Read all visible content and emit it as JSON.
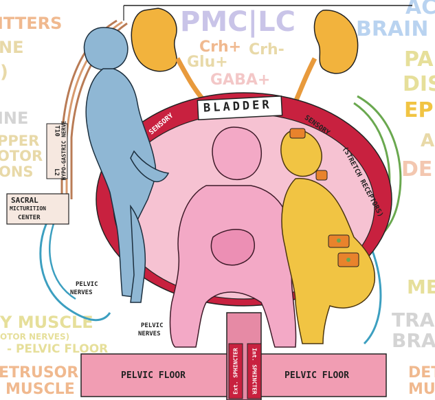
{
  "background_labels": {
    "left": {
      "transmitters": "ITTERS",
      "ne1": "NE",
      "paren": ")",
      "ne2": "INE",
      "upper": "PPER",
      "motor": "OTOR",
      "ons": "ONS",
      "muscle": "Y MUSCLE",
      "motor_nerves": "OTOR NERVES)",
      "pelvic_floor": "- PELVIC FLOOR",
      "detrusor": "ETRUSOR",
      "muscle2": "MUSCLE"
    },
    "center": {
      "pmc_lc": "PMC|LC",
      "crh_plus": "Crh+",
      "crh_minus": "Crh-",
      "glu_plus": "Glu+",
      "gaba_plus": "GABA+"
    },
    "right": {
      "ac": "AC",
      "brain": "BRAIN",
      "pa": "PA",
      "dis": "DIS",
      "ep": "EP",
      "a": "A",
      "de": "DE",
      "me": "ME",
      "tra": "TRA",
      "bra": "BRA",
      "det": "DET",
      "mu": "MU"
    }
  },
  "illustration_labels": {
    "bladder": "BLADDER",
    "sensory_left": "SENSORY",
    "sensory_right": "SENSORY",
    "stretch_receptors": "(STRETCH RECEPTORS)",
    "hypogastric_nerve": "HYPO-GASTRIC NERVE",
    "t10": "T10",
    "l2": "L2",
    "sacral_center_1": "SACRAL",
    "sacral_center_2": "MICTURITION",
    "sacral_center_3": "CENTER",
    "pelvic_nerves_left_1": "PELVIC",
    "pelvic_nerves_left_2": "NERVES",
    "pelvic_nerves_mid_1": "PELVIC",
    "pelvic_nerves_mid_2": "NERVES",
    "pelvic_floor_left": "PELVIC FLOOR",
    "pelvic_floor_right": "PELVIC FLOOR",
    "ext_sphincter": "Ext. SPHINCTER",
    "int_sphincter": "Int. SPHINCTER"
  },
  "colors": {
    "kidney": "#f2b33d",
    "bladder_outer": "#c8213f",
    "bladder_inner": "#f6c2d2",
    "blue_figure": "#8fb7d4",
    "pink_figure": "#f3a9c6",
    "yellow_figure": "#f1c443",
    "pelvic_floor": "#f19db3",
    "gray_text": "#d4d4d4",
    "tan_text": "#e8d9a8",
    "orange_text": "#f0b98f",
    "lavender_text": "#c9c4e8",
    "blue_text": "#b9d3f0"
  }
}
